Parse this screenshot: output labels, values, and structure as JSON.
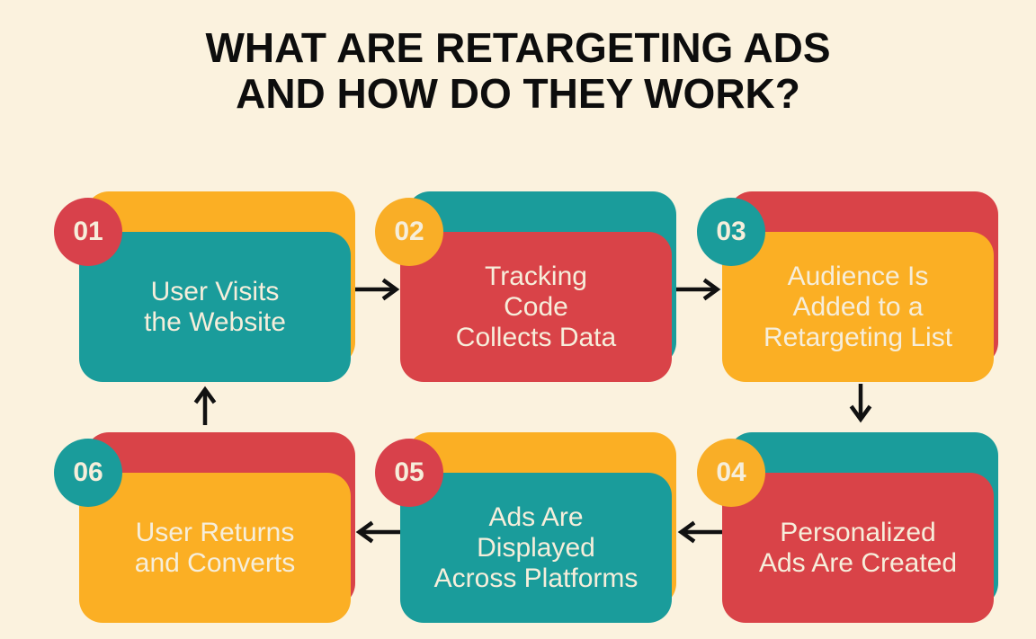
{
  "title": {
    "line1": "WHAT ARE RETARGETING ADS",
    "line2": "AND HOW DO THEY WORK?"
  },
  "colors": {
    "background": "#FBF2DE",
    "yellow": "#FBAF24",
    "teal": "#1A9C9B",
    "red": "#D94348",
    "badge_red": "#D8414B",
    "badge_yellow": "#F9AE27",
    "badge_teal": "#1A9C9B",
    "card_text": "#F6EEDB",
    "title_text": "#0D0D0D",
    "arrow": "#111111"
  },
  "steps": [
    {
      "number": "01",
      "label": "User Visits\nthe Website",
      "back_color": "#FBAF24",
      "front_color": "#1A9C9B",
      "badge_color": "#D8414B"
    },
    {
      "number": "02",
      "label": "Tracking\nCode\nCollects Data",
      "back_color": "#1A9C9B",
      "front_color": "#D94348",
      "badge_color": "#F9AE27"
    },
    {
      "number": "03",
      "label": "Audience Is\nAdded to a\nRetargeting List",
      "back_color": "#D94348",
      "front_color": "#FBAF24",
      "badge_color": "#1A9C9B"
    },
    {
      "number": "04",
      "label": "Personalized\nAds Are Created",
      "back_color": "#1A9C9B",
      "front_color": "#D94348",
      "badge_color": "#F9AE27"
    },
    {
      "number": "05",
      "label": "Ads Are\nDisplayed\nAcross Platforms",
      "back_color": "#FBAF24",
      "front_color": "#1A9C9B",
      "badge_color": "#D8414B"
    },
    {
      "number": "06",
      "label": "User Returns\nand Converts",
      "back_color": "#D94348",
      "front_color": "#FBAF24",
      "badge_color": "#1A9C9B"
    }
  ],
  "arrows": [
    {
      "from": "01",
      "to": "02",
      "direction": "right"
    },
    {
      "from": "02",
      "to": "03",
      "direction": "right"
    },
    {
      "from": "03",
      "to": "04",
      "direction": "down"
    },
    {
      "from": "04",
      "to": "05",
      "direction": "left"
    },
    {
      "from": "05",
      "to": "06",
      "direction": "left"
    },
    {
      "from": "06",
      "to": "01",
      "direction": "up"
    }
  ]
}
